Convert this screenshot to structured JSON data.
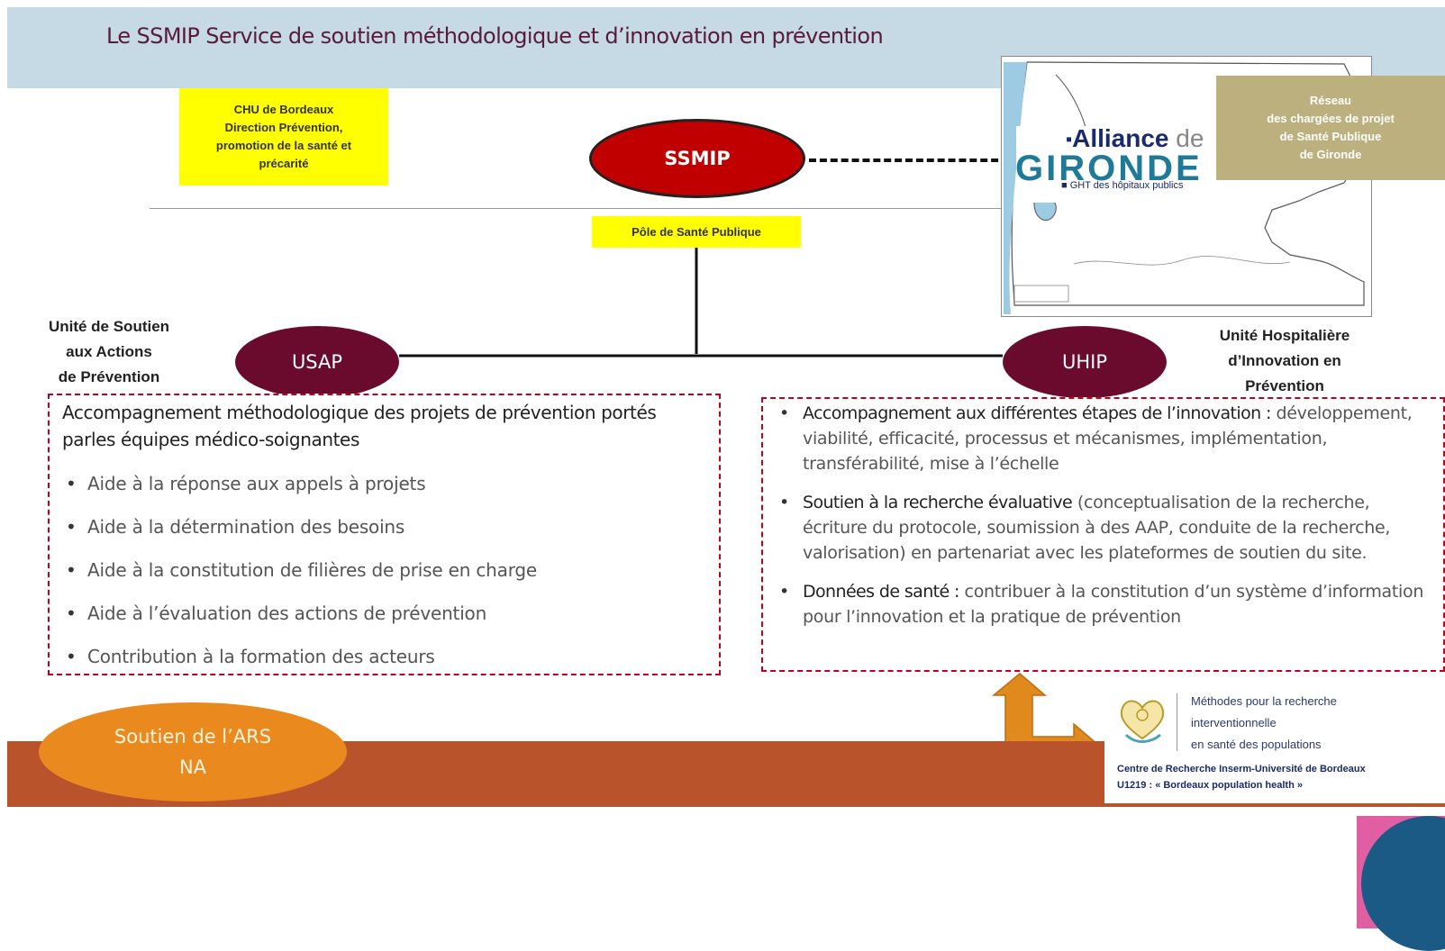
{
  "title": "Le SSMIP Service de soutien méthodologique et d’innovation en prévention",
  "chu_box": "CHU de Bordeaux\nDirection Prévention,\npromotion de la santé et\nprécarité",
  "ssmip_label": "SSMIP",
  "pole_label": "Pôle de Santé Publique",
  "usap": {
    "label": "USAP",
    "full_name": "Unité de Soutien\naux Actions\nde Prévention",
    "intro": "Accompagnement méthodologique des projets de prévention portés parles équipes médico-soignantes",
    "items": [
      "Aide à la réponse aux appels à projets",
      "Aide à la détermination des besoins",
      "Aide à la constitution de filières de prise en charge",
      "Aide à l’évaluation des actions de prévention",
      "Contribution à la formation des acteurs"
    ]
  },
  "uhip": {
    "label": "UHIP",
    "full_name": "Unité Hospitalière\nd’Innovation en\nPrévention",
    "items": [
      {
        "bold": "Accompagnement aux différentes étapes de l’innovation :",
        "text": " développement, viabilité, efficacité, processus et mécanismes, implémentation, transférabilité, mise à l’échelle"
      },
      {
        "bold": "Soutien à la recherche évaluative",
        "text": " (conceptualisation de la recherche, écriture du protocole, soumission à des AAP, conduite de la recherche, valorisation) en partenariat avec les plateformes de soutien du site."
      },
      {
        "bold": "Données de santé :",
        "text": " contribuer à la constitution d’un système d’information pour l’innovation et la pratique de prévention"
      }
    ]
  },
  "alliance": {
    "word": "Alliance",
    "de": "de",
    "gironde": "GIRONDE",
    "ght": "GHT des hôpitaux publics"
  },
  "reseau": "Réseau\ndes chargées de projet\nde Santé Publique\nde Gironde",
  "ars": "Soutien de l’ARS\nNA",
  "logo": {
    "methodes": "Méthodes pour la recherche\ninterventionnelle\nen santé des populations",
    "centre": "Centre de Recherche Inserm-Université de Bordeaux\nU1219 : « Bordeaux population health »"
  },
  "colors": {
    "title_band": "#c6dae6",
    "highlight": "#ffff00",
    "ssmip": "#c00000",
    "units": "#6a0b2e",
    "dash_border": "#c00020",
    "ars": "#ea8a1e",
    "band": "#b8532c",
    "arrow": "#e08a1e",
    "reseau": "#bcb07e"
  }
}
